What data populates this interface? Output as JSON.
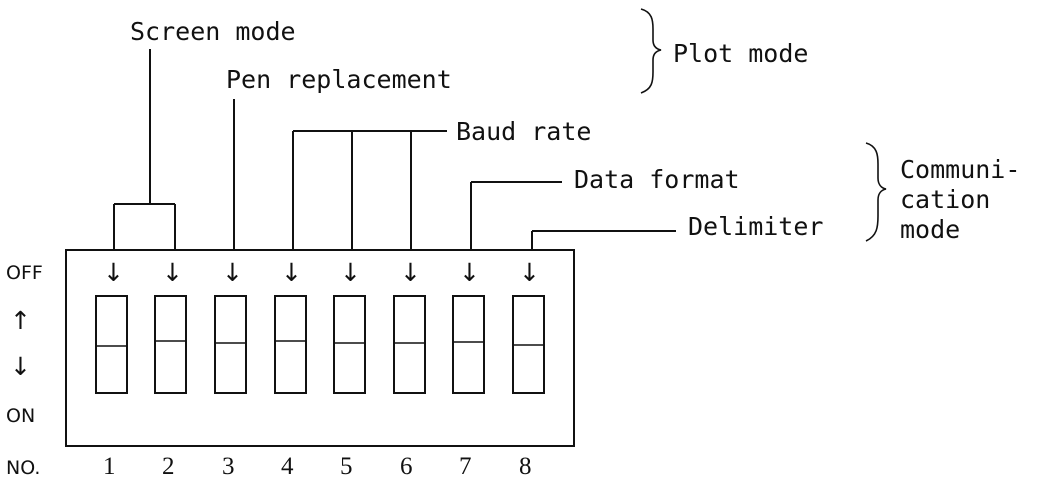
{
  "labels": {
    "screen_mode": "Screen mode",
    "pen_replacement": "Pen replacement",
    "baud_rate": "Baud rate",
    "data_format": "Data format",
    "delimiter": "Delimiter",
    "plot_mode": "Plot mode",
    "communication_mode_lines": [
      "Communi-",
      "cation",
      "mode"
    ]
  },
  "side_labels": {
    "off": "OFF",
    "up_arrow": "↑",
    "down_arrow": "↓",
    "on": "ON",
    "number_prefix": "NO."
  },
  "switches": [
    {
      "number": "1",
      "pointer": "↓",
      "position": 0.52
    },
    {
      "number": "2",
      "pointer": "↓",
      "position": 0.46
    },
    {
      "number": "3",
      "pointer": "↓",
      "position": 0.48
    },
    {
      "number": "4",
      "pointer": "↓",
      "position": 0.46
    },
    {
      "number": "5",
      "pointer": "↓",
      "position": 0.48
    },
    {
      "number": "6",
      "pointer": "↓",
      "position": 0.48
    },
    {
      "number": "7",
      "pointer": "↓",
      "position": 0.47
    },
    {
      "number": "8",
      "pointer": "↓",
      "position": 0.5
    }
  ]
}
